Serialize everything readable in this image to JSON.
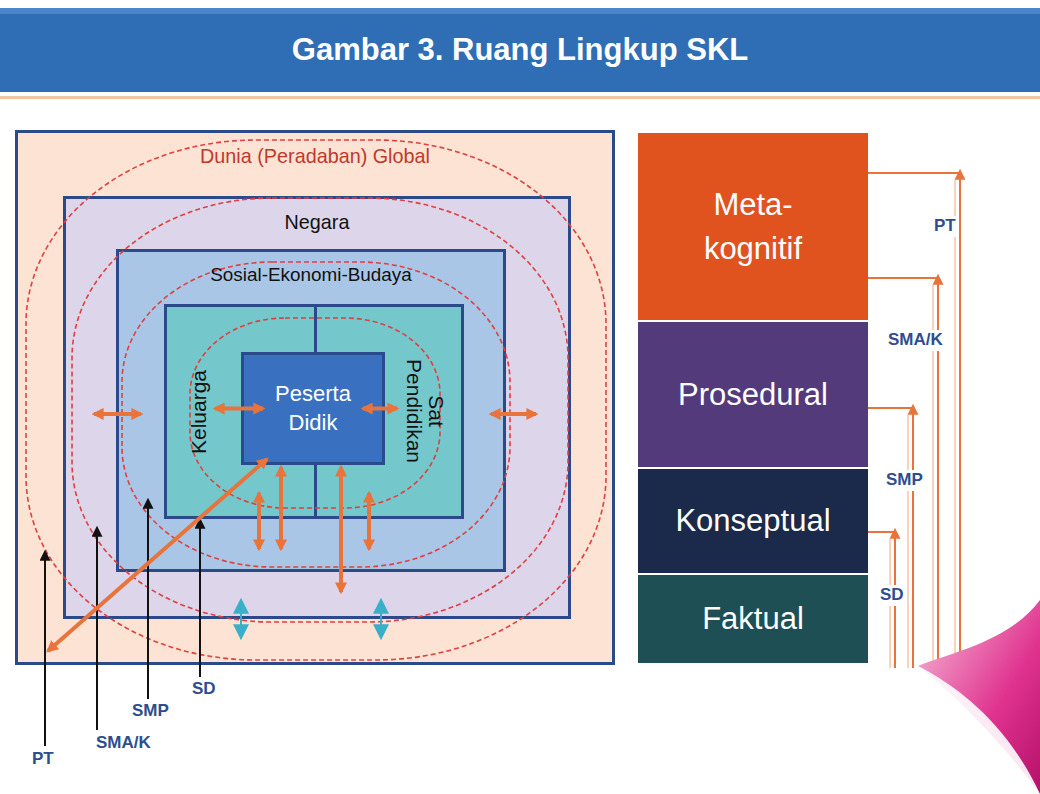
{
  "diagram": {
    "title": "Gambar 3. Ruang Lingkup SKL",
    "nodes": [
      {
        "text": [
          "Dunia (Peradaban) Global"
        ]
      },
      {
        "text": [
          "Negara"
        ],
        "in": 0
      },
      {
        "text": [
          "Sosial-Ekonomi-Budaya"
        ],
        "in": 1
      },
      {
        "text": [
          "Keluarga"
        ],
        "in": 2
      },
      {
        "text": [
          "Sat Pendidikan"
        ],
        "in": 2
      },
      {
        "text": [
          "Peserta Didik"
        ],
        "in": 2
      },
      {
        "text": [
          "Meta- kognitif"
        ]
      },
      {
        "text": [
          "Prosedural"
        ]
      },
      {
        "text": [
          "Konseptual"
        ]
      },
      {
        "text": [
          "Faktual"
        ]
      }
    ],
    "edges": [
      {
        "from": 5,
        "to": 3,
        "arrow": "both"
      },
      {
        "from": 5,
        "to": 4,
        "arrow": "both"
      },
      {
        "from": 3,
        "to": 2,
        "arrow": "both"
      },
      {
        "from": 5,
        "to": 2,
        "arrow": "both"
      },
      {
        "from": 5,
        "to": 1,
        "arrow": "both"
      },
      {
        "from": 4,
        "to": 2,
        "arrow": "both"
      },
      {
        "from": 2,
        "to": 1,
        "arrow": "both"
      },
      {
        "from": 2,
        "to": 1,
        "arrow": "both"
      },
      {
        "from": 5,
        "to": 0,
        "arrow": "both"
      },
      {
        "from": 1,
        "to": 0,
        "arrow": "both"
      },
      {
        "from": 1,
        "to": 0,
        "arrow": "both"
      }
    ],
    "labels": [
      "PT",
      "SMA/K",
      "SMP",
      "SD",
      "PT",
      "SMA/K",
      "SMP",
      "SD"
    ]
  }
}
